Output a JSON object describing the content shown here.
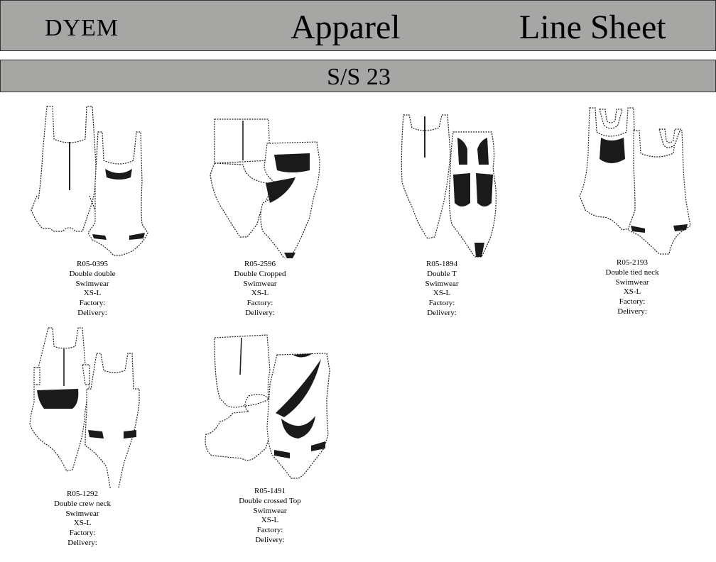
{
  "header": {
    "brand": "DYEM",
    "title": "Apparel",
    "subtitle": "Line Sheet"
  },
  "season": "S/S 23",
  "products": [
    {
      "code": "R05-0395",
      "name": "Double double",
      "category": "Swimwear",
      "size": "XS-L",
      "factory": "Factory:",
      "delivery": "Delivery:"
    },
    {
      "code": "R05-2596",
      "name": "Double Cropped",
      "category": "Swimwear",
      "size": "XS-L",
      "factory": "Factory:",
      "delivery": "Delivery:"
    },
    {
      "code": "R05-1894",
      "name": "Double T",
      "category": "Swimwear",
      "size": "XS-L",
      "factory": "Factory:",
      "delivery": "Delivery:"
    },
    {
      "code": "R05-2193",
      "name": "Double tied neck",
      "category": "Swimwear",
      "size": "XS-L",
      "factory": "Factory:",
      "delivery": "Delivery:"
    },
    {
      "code": "R05-1292",
      "name": "Double crew neck",
      "category": "Swimwear",
      "size": "XS-L",
      "factory": "Factory:",
      "delivery": "Delivery:"
    },
    {
      "code": "R05-1491",
      "name": "Double crossed Top",
      "category": "Swimwear",
      "size": "XS-L",
      "factory": "Factory:",
      "delivery": "Delivery:"
    }
  ]
}
